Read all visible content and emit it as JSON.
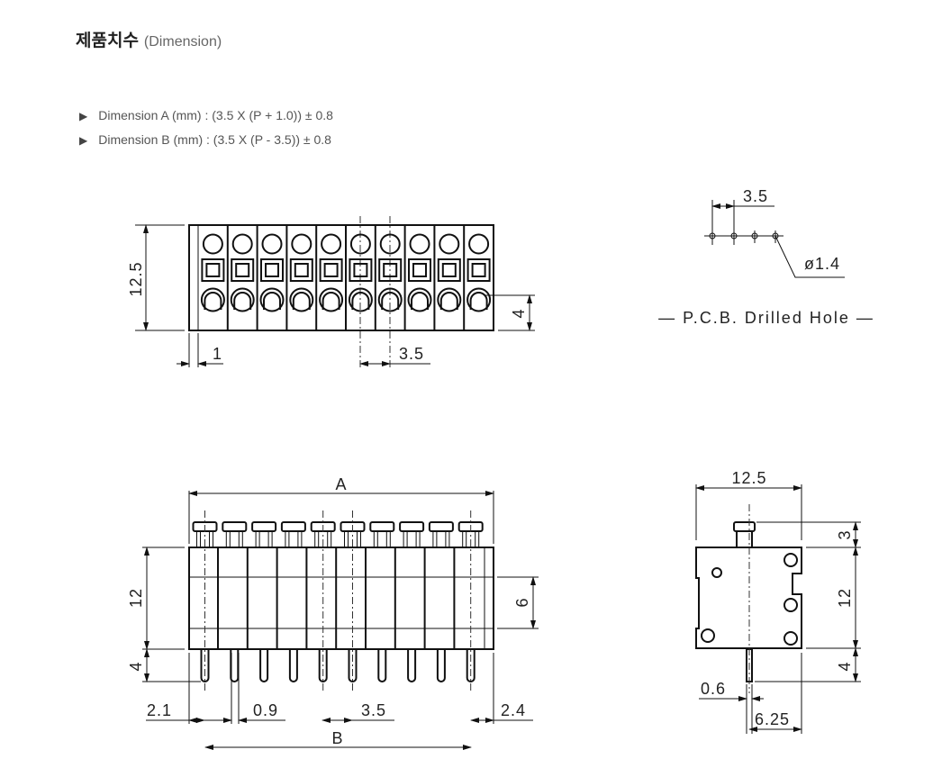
{
  "header": {
    "title": "제품치수",
    "subtitle": "(Dimension)"
  },
  "specs": [
    {
      "bullet_icon": "triangle-right-icon",
      "text": "Dimension  A (mm) : (3.5 X (P + 1.0)) ± 0.8"
    },
    {
      "bullet_icon": "triangle-right-icon",
      "text": "Dimension  B (mm) : (3.5 X (P  - 3.5)) ± 0.8"
    }
  ],
  "top_view": {
    "height": "12.5",
    "edge": "1",
    "pitch": "3.5",
    "button_offset": "4",
    "poles": 10
  },
  "pcb": {
    "pitch": "3.5",
    "hole_dia": "ø1.4",
    "caption": "—  P.C.B.  Drilled  Hole  —"
  },
  "front_view": {
    "dim_a": "A",
    "dim_b": "B",
    "body_height": "12",
    "pin_length": "4",
    "mid": "6",
    "left_offset": "2.1",
    "pin_width": "0.9",
    "pitch": "3.5",
    "right_offset": "2.4"
  },
  "side_view": {
    "width": "12.5",
    "cap": "3",
    "body_height": "12",
    "pin_length": "4",
    "pin_width": "0.6",
    "pin_offset": "6.25"
  }
}
